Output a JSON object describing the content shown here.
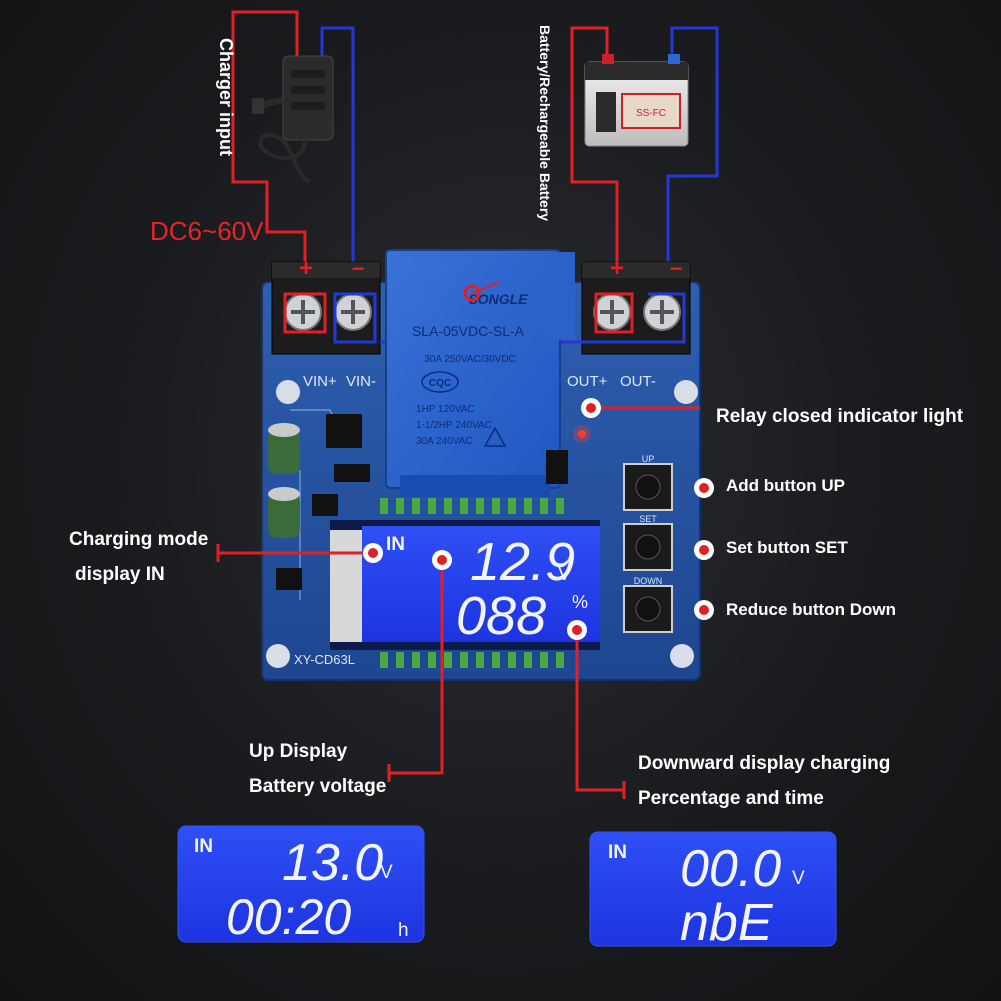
{
  "labels": {
    "charger_input": "Charger input",
    "battery": "Battery/Rechargeable Battery",
    "dc_range": "DC6~60V",
    "relay_indicator": "Relay closed indicator light",
    "add_button": "Add button UP",
    "set_button": "Set button SET",
    "reduce_button": "Reduce button Down",
    "charging_mode_line1": "Charging mode",
    "charging_mode_line2": "display IN",
    "up_display_line1": "Up Display",
    "up_display_line2": "Battery voltage",
    "down_display_line1": "Downward display charging",
    "down_display_line2": "Percentage and time"
  },
  "board": {
    "model": "XY-CD63L",
    "vin_plus": "VIN+",
    "vin_minus": "VIN-",
    "out_plus": "OUT+",
    "out_minus": "OUT-",
    "plus_sign": "+",
    "minus_sign": "−",
    "button_up": "UP",
    "button_set": "SET",
    "button_down": "DOWN"
  },
  "relay": {
    "brand": "SONGLE",
    "model": "SLA-05VDC-SL-A",
    "rating1": "30A  250VAC/30VDC",
    "rating2": "1HP 120VAC",
    "rating3": "1-1/2HP 240VAC",
    "rating4": "30A 240VAC",
    "cert": "CQC"
  },
  "lcd_main": {
    "mode": "IN",
    "top": "12.9",
    "top_unit": "V",
    "bottom": "088",
    "bottom_unit": "%"
  },
  "lcd_example1": {
    "mode": "IN",
    "top": "13.0",
    "top_unit": "V",
    "bottom": "00:20",
    "bottom_unit": "h"
  },
  "lcd_example2": {
    "mode": "IN",
    "top": "00.0",
    "top_unit": "V",
    "bottom": "nbE",
    "bottom_unit": ""
  },
  "battery_label": "SS-FC"
}
